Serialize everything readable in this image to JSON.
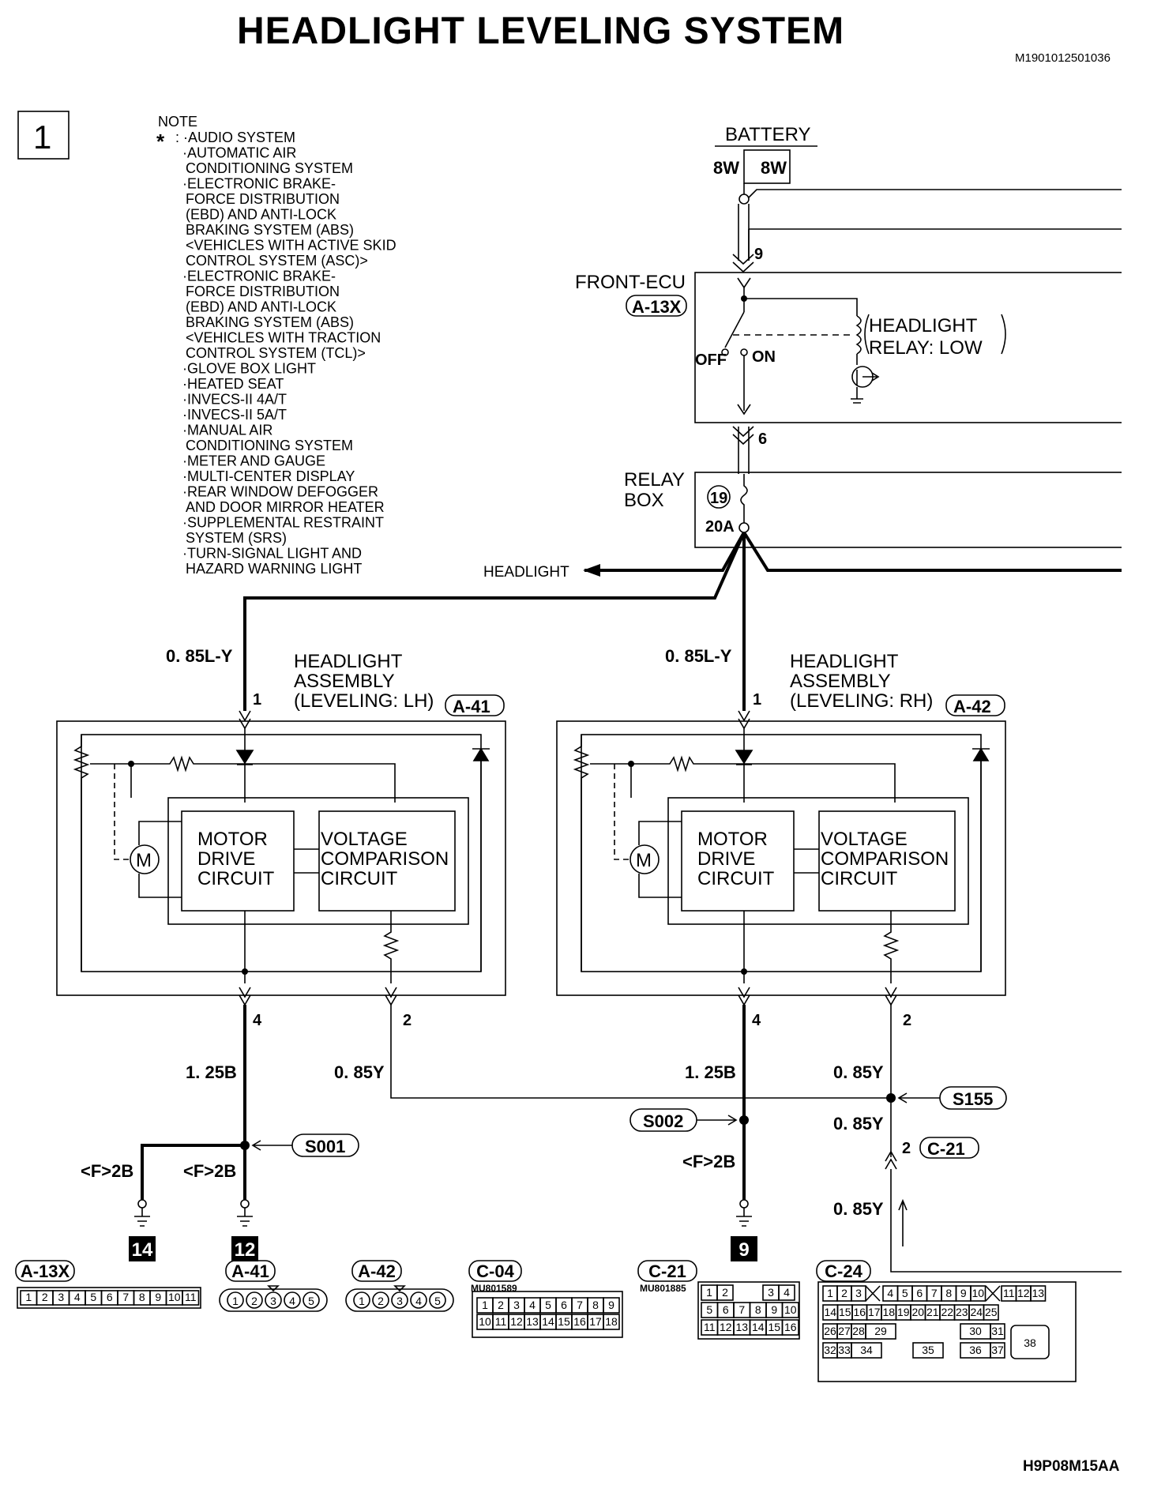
{
  "header": {
    "title": "HEADLIGHT LEVELING SYSTEM",
    "doc_code": "M1901012501036",
    "page_number": "1",
    "footer_code": "H9P08M15AA"
  },
  "note": {
    "label": "NOTE",
    "asterisk": "*",
    "lines": [
      ": ·AUDIO SYSTEM",
      "·AUTOMATIC AIR",
      "CONDITIONING SYSTEM",
      "·ELECTRONIC BRAKE-",
      "FORCE DISTRIBUTION",
      "(EBD) AND ANTI-LOCK",
      "BRAKING SYSTEM (ABS)",
      "<VEHICLES WITH ACTIVE SKID",
      "CONTROL SYSTEM (ASC)>",
      "·ELECTRONIC BRAKE-",
      "FORCE DISTRIBUTION",
      "(EBD) AND ANTI-LOCK",
      "BRAKING SYSTEM (ABS)",
      "<VEHICLES WITH TRACTION",
      "CONTROL SYSTEM (TCL)>",
      "·GLOVE BOX LIGHT",
      "·HEATED SEAT",
      "·INVECS-II 4A/T",
      "·INVECS-II 5A/T",
      "·MANUAL AIR",
      "CONDITIONING SYSTEM",
      "·METER AND GAUGE",
      "·MULTI-CENTER DISPLAY",
      "·REAR WINDOW DEFOGGER",
      "AND DOOR MIRROR HEATER",
      "·SUPPLEMENTAL RESTRAINT",
      "SYSTEM (SRS)",
      "·TURN-SIGNAL LIGHT AND",
      "HAZARD WARNING LIGHT"
    ]
  },
  "battery": {
    "label": "BATTERY",
    "wire_left": "8W",
    "wire_right": "8W",
    "pin": "9"
  },
  "front_ecu": {
    "label": "FRONT-ECU",
    "connector": "A-13X",
    "relay_label_1": "HEADLIGHT",
    "relay_label_2": "RELAY: LOW",
    "off_label": "OFF",
    "on_label": "ON",
    "pin_out": "6"
  },
  "relay_box": {
    "label_1": "RELAY",
    "label_2": "BOX",
    "fuse_no": "19",
    "fuse_rating": "20A",
    "headlight_label": "HEADLIGHT"
  },
  "lh": {
    "wire_in": "0. 85L-Y",
    "pin_in": "1",
    "title_1": "HEADLIGHT",
    "title_2": "ASSEMBLY",
    "title_3": "(LEVELING: LH)",
    "connector": "A-41",
    "motor_1": "MOTOR",
    "motor_2": "DRIVE",
    "motor_3": "CIRCUIT",
    "volt_1": "VOLTAGE",
    "volt_2": "COMPARISON",
    "volt_3": "CIRCUIT",
    "motor_symbol": "M",
    "pin_gnd": "4",
    "pin_sig": "2",
    "wire_gnd": "1. 25B",
    "wire_sig": "0. 85Y"
  },
  "rh": {
    "wire_in": "0. 85L-Y",
    "pin_in": "1",
    "title_1": "HEADLIGHT",
    "title_2": "ASSEMBLY",
    "title_3": "(LEVELING: RH)",
    "connector": "A-42",
    "motor_1": "MOTOR",
    "motor_2": "DRIVE",
    "motor_3": "CIRCUIT",
    "volt_1": "VOLTAGE",
    "volt_2": "COMPARISON",
    "volt_3": "CIRCUIT",
    "motor_symbol": "M",
    "pin_gnd": "4",
    "pin_sig": "2",
    "wire_gnd": "1. 25B",
    "wire_sig": "0. 85Y"
  },
  "splices": {
    "s001": "S001",
    "s002": "S002",
    "s155": "S155"
  },
  "right_lower": {
    "wire_1": "0. 85Y",
    "pin": "2",
    "connector": "C-21",
    "wire_2": "0. 85Y"
  },
  "grounds": [
    {
      "wire": "<F>2B",
      "number": "14"
    },
    {
      "wire": "<F>2B",
      "number": "12"
    },
    {
      "wire": "<F>2B",
      "number": "9"
    }
  ],
  "connectors": {
    "a13x": {
      "name": "A-13X",
      "pins": [
        "1",
        "2",
        "3",
        "4",
        "5",
        "6",
        "7",
        "8",
        "9",
        "10",
        "11"
      ]
    },
    "a41": {
      "name": "A-41",
      "pins": [
        "1",
        "2",
        "3",
        "4",
        "5"
      ]
    },
    "a42": {
      "name": "A-42",
      "pins": [
        "1",
        "2",
        "3",
        "4",
        "5"
      ]
    },
    "c04": {
      "name": "C-04",
      "part": "MU801589",
      "row1": [
        "1",
        "2",
        "3",
        "4",
        "5",
        "6",
        "7",
        "8",
        "9"
      ],
      "row2": [
        "10",
        "11",
        "12",
        "13",
        "14",
        "15",
        "16",
        "17",
        "18"
      ]
    },
    "c21": {
      "name": "C-21",
      "part": "MU801885",
      "row1": [
        "1",
        "2",
        "3",
        "4"
      ],
      "row2": [
        "5",
        "6",
        "7",
        "8",
        "9",
        "10"
      ],
      "row3": [
        "11",
        "12",
        "13",
        "14",
        "15",
        "16"
      ]
    },
    "c24": {
      "name": "C-24",
      "row1": [
        "1",
        "2",
        "3",
        "4",
        "5",
        "6",
        "7",
        "8",
        "9",
        "10",
        "11",
        "12",
        "13"
      ],
      "row2": [
        "14",
        "15",
        "16",
        "17",
        "18",
        "19",
        "20",
        "21",
        "22",
        "23",
        "24",
        "25"
      ],
      "row3": [
        "26",
        "27",
        "28",
        "29",
        "30",
        "31"
      ],
      "row4": [
        "32",
        "33",
        "34",
        "35",
        "36",
        "37"
      ],
      "big": "38"
    }
  }
}
